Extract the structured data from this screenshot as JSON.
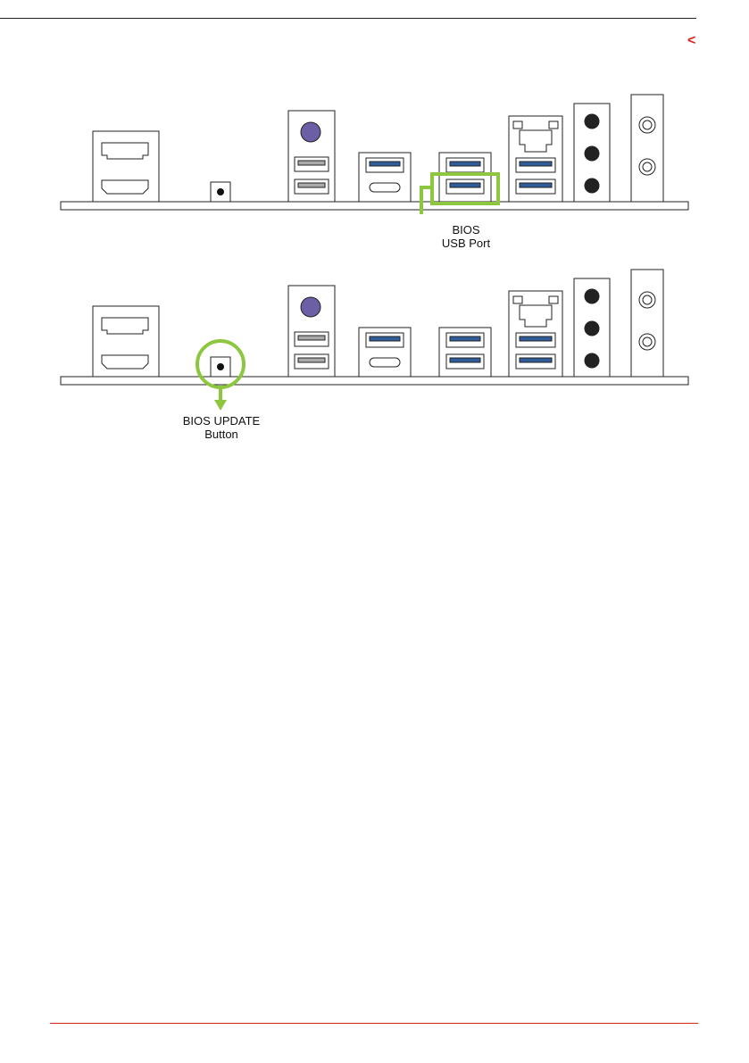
{
  "page": {
    "back_arrow_icon": "chevron-left-icon",
    "accent_color": "#d9241c",
    "highlight_color": "#8dc63f"
  },
  "panel_top": {
    "description_icon": "io-panel",
    "callout": {
      "line1": "BIOS",
      "line2": "USB Port"
    }
  },
  "panel_bottom": {
    "description_icon": "io-panel",
    "callout": {
      "line1": "BIOS UPDATE",
      "line2": "Button"
    }
  }
}
